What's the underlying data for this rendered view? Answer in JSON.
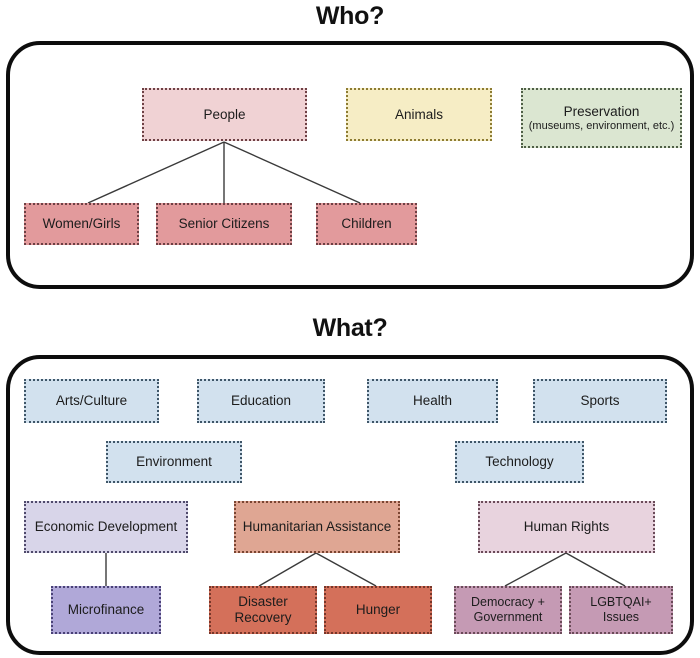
{
  "sections": [
    {
      "id": "who",
      "title": "Who?",
      "nodes": [
        {
          "label": "People",
          "sub": ""
        },
        {
          "label": "Animals",
          "sub": ""
        },
        {
          "label": "Preservation",
          "sub": "(museums, environment, etc.)"
        },
        {
          "label": "Women/Girls",
          "sub": ""
        },
        {
          "label": "Senior Citizens",
          "sub": ""
        },
        {
          "label": "Children",
          "sub": ""
        }
      ]
    },
    {
      "id": "what",
      "title": "What?",
      "nodes": [
        {
          "label": "Arts/Culture",
          "sub": ""
        },
        {
          "label": "Education",
          "sub": ""
        },
        {
          "label": "Health",
          "sub": ""
        },
        {
          "label": "Sports",
          "sub": ""
        },
        {
          "label": "Environment",
          "sub": ""
        },
        {
          "label": "Technology",
          "sub": ""
        },
        {
          "label": "Economic Development",
          "sub": ""
        },
        {
          "label": "Humanitarian Assistance",
          "sub": ""
        },
        {
          "label": "Human Rights",
          "sub": ""
        },
        {
          "label": "Microfinance",
          "sub": ""
        },
        {
          "label": "Disaster Recovery",
          "sub": ""
        },
        {
          "label": "Hunger",
          "sub": ""
        },
        {
          "label": "Democracy + Government",
          "sub": ""
        },
        {
          "label": "LGBTQAI+ Issues",
          "sub": ""
        }
      ]
    }
  ],
  "colors": {
    "panel_border": "#0d0d0d",
    "connector": "#3a3a3a",
    "people": "#f0d2d4",
    "people_children": "#e29a9c",
    "animals": "#f6edc5",
    "preservation": "#dbe6d1",
    "topic_blue": "#d2e1ee",
    "economic": "#d8d5e9",
    "microfinance": "#b0a8d8",
    "humanitarian": "#dfa693",
    "disaster_hunger": "#d4705a",
    "human_rights": "#e8d3de",
    "rights_children": "#c59ab4"
  }
}
